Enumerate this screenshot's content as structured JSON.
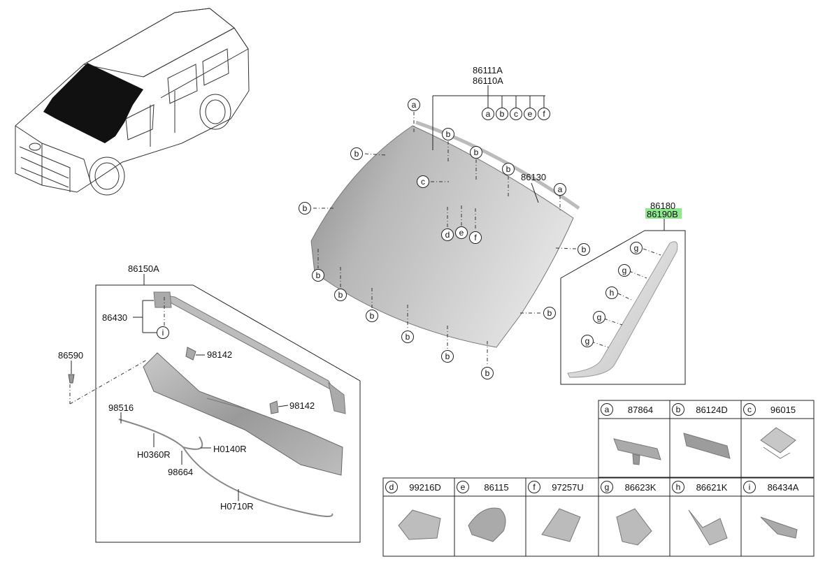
{
  "labels": {
    "windshield_top1": "86111A",
    "windshield_top2": "86110A",
    "strip": "86130",
    "pillar1": "86180",
    "pillar2": "86190B",
    "cowl_assy": "86150A",
    "bracket": "86430",
    "screw": "86590",
    "clip1": "98142",
    "clip2": "98142",
    "nozzle": "98516",
    "hose1": "H0360R",
    "hose2": "H0140R",
    "joint": "98664",
    "hose3": "H0710R"
  },
  "legend": [
    {
      "key": "a",
      "part": "87864"
    },
    {
      "key": "b",
      "part": "86124D"
    },
    {
      "key": "c",
      "part": "96015"
    },
    {
      "key": "d",
      "part": "99216D"
    },
    {
      "key": "e",
      "part": "86115"
    },
    {
      "key": "f",
      "part": "97257U"
    },
    {
      "key": "g",
      "part": "86623K"
    },
    {
      "key": "h",
      "part": "86621K"
    },
    {
      "key": "i",
      "part": "86434A"
    }
  ],
  "callouts": {
    "a": "a",
    "b": "b",
    "c": "c",
    "d": "d",
    "e": "e",
    "f": "f",
    "g": "g",
    "h": "h",
    "i": "i"
  },
  "colors": {
    "highlight": "#8ee88e",
    "glass_dark": "#8f8f8f",
    "glass_light": "#d6d6d6"
  }
}
